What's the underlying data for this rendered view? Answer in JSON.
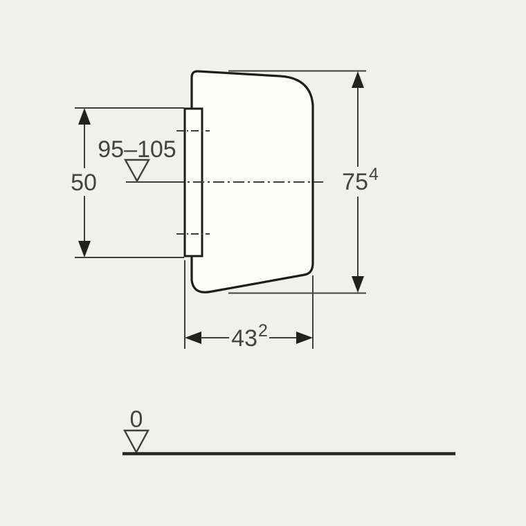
{
  "colors": {
    "background": "#f0f0ee",
    "outline": "#1d1d1b",
    "dimension_line": "#3f3f3d",
    "text": "#434341",
    "body_fill": "#fdfdfc"
  },
  "dimensions": {
    "left_height": {
      "text": "50"
    },
    "height_range": {
      "text": "95–105"
    },
    "overall_height": {
      "text": "75",
      "sup": "4"
    },
    "overall_depth": {
      "text": "43",
      "sup": "2"
    },
    "floor_datum": {
      "text": "0"
    }
  }
}
